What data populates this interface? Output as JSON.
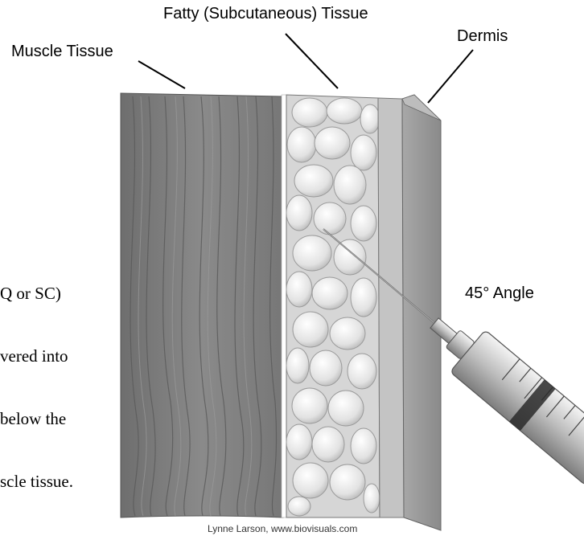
{
  "labels": {
    "fatty": "Fatty (Subcutaneous) Tissue",
    "dermis": "Dermis",
    "muscle": "Muscle Tissue",
    "angle": "45° Angle"
  },
  "side_text": [
    "Q or SC)",
    "vered into",
    "below the",
    "scle tissue."
  ],
  "credit": "Lynne Larson, www.biovisuals.com",
  "colors": {
    "muscle": "#7a7a7a",
    "fat": "#e8e8e8",
    "dermis": "#9a9a9a"
  }
}
